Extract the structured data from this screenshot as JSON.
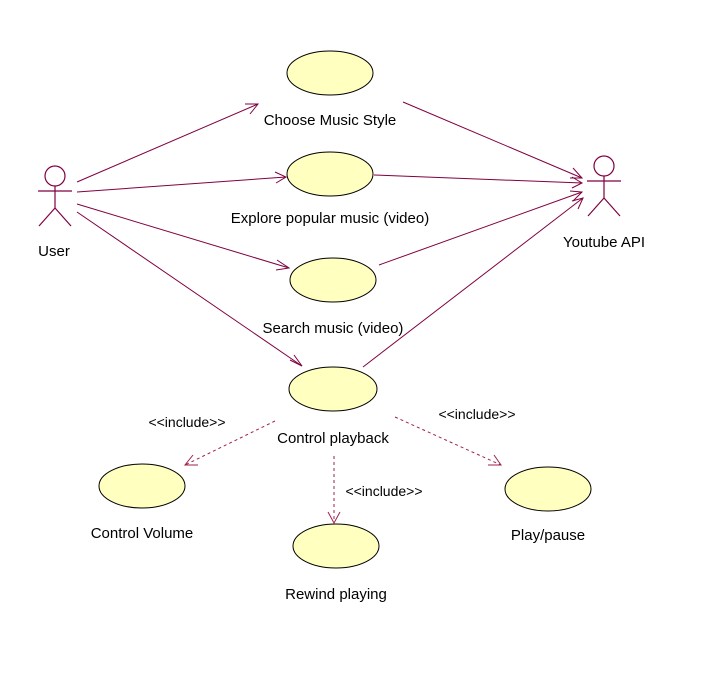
{
  "actors": {
    "user": "User",
    "youtube_api": "Youtube API"
  },
  "use_cases": {
    "choose_music_style": "Choose Music Style",
    "explore_popular_music": "Explore popular music (video)",
    "search_music": "Search music (video)",
    "control_playback": "Control playback",
    "control_volume": "Control Volume",
    "rewind_playing": "Rewind playing",
    "play_pause": "Play/pause"
  },
  "stereotypes": {
    "include_volume": "<<include>>",
    "include_rewind": "<<include>>",
    "include_play": "<<include>>"
  },
  "colors": {
    "use_case_fill": "#ffffc0",
    "line": "#800040"
  }
}
